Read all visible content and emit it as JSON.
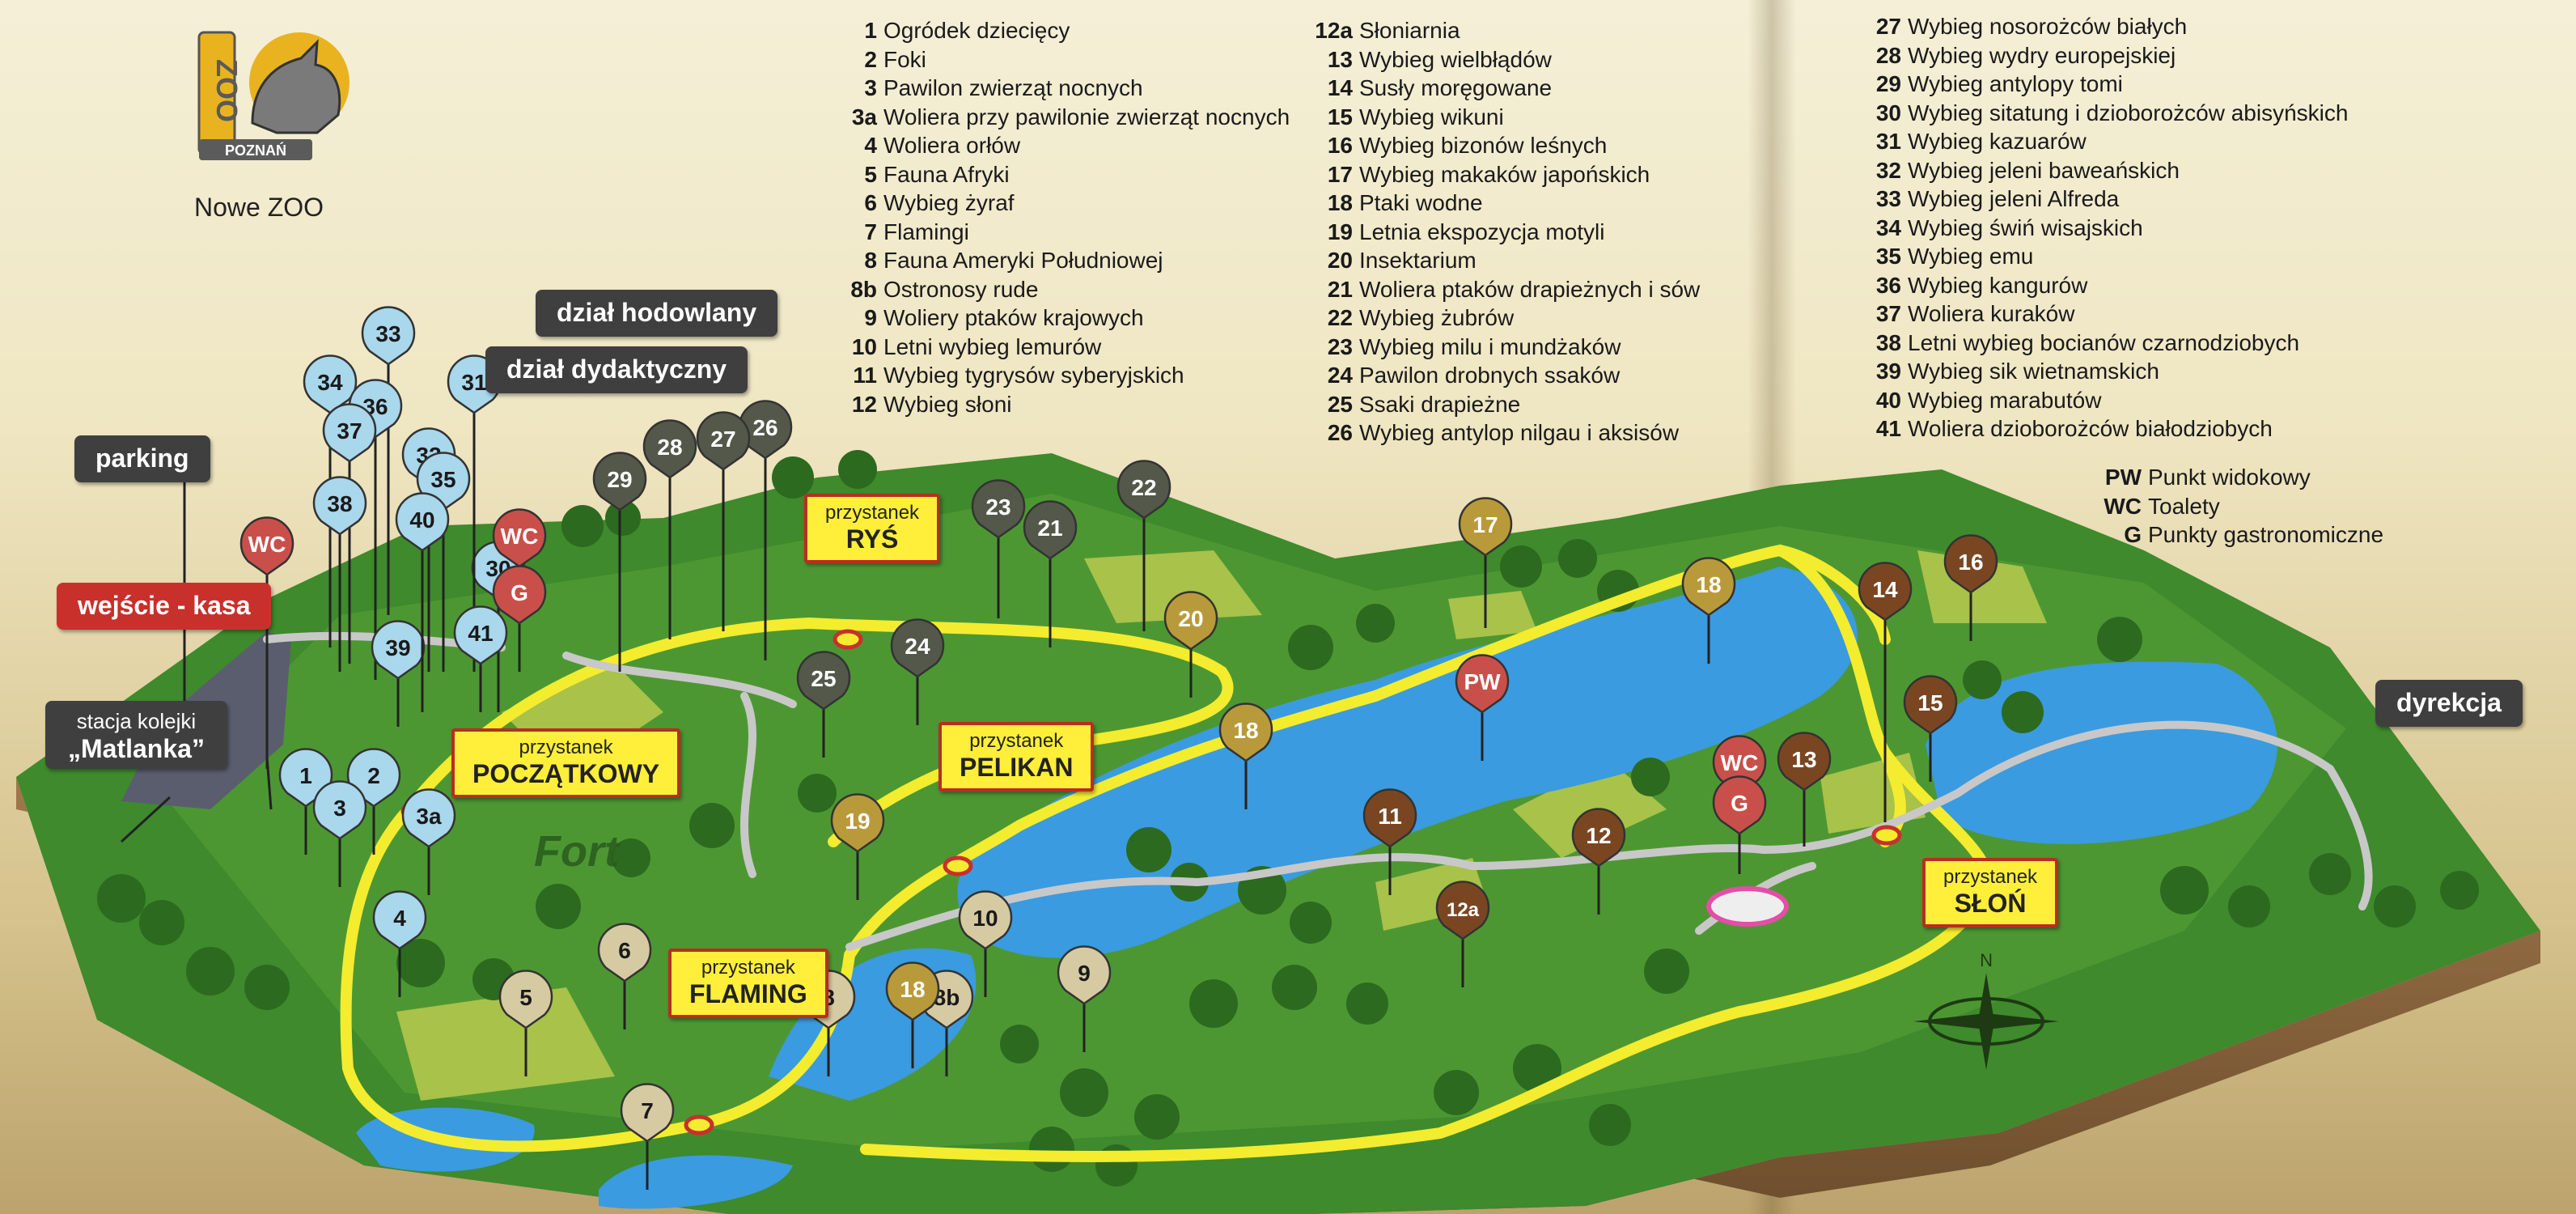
{
  "logo": {
    "word1": "ZOO",
    "word2": "POZNAŃ",
    "subtitle": "Nowe ZOO"
  },
  "legend_col1": [
    {
      "num": "1",
      "label": "Ogródek dziecięcy"
    },
    {
      "num": "2",
      "label": "Foki"
    },
    {
      "num": "3",
      "label": "Pawilon zwierząt nocnych"
    },
    {
      "num": "3a",
      "label": "Woliera przy pawilonie zwierząt nocnych"
    },
    {
      "num": "4",
      "label": "Woliera orłów"
    },
    {
      "num": "5",
      "label": "Fauna Afryki"
    },
    {
      "num": "6",
      "label": "Wybieg żyraf"
    },
    {
      "num": "7",
      "label": "Flamingi"
    },
    {
      "num": "8",
      "label": "Fauna Ameryki Południowej"
    },
    {
      "num": "8b",
      "label": "Ostronosy rude"
    },
    {
      "num": "9",
      "label": "Woliery ptaków krajowych"
    },
    {
      "num": "10",
      "label": "Letni wybieg lemurów"
    },
    {
      "num": "11",
      "label": "Wybieg tygrysów syberyjskich"
    },
    {
      "num": "12",
      "label": "Wybieg słoni"
    }
  ],
  "legend_col2": [
    {
      "num": "12a",
      "label": "Słoniarnia"
    },
    {
      "num": "13",
      "label": "Wybieg wielbłądów"
    },
    {
      "num": "14",
      "label": "Susły moręgowane"
    },
    {
      "num": "15",
      "label": "Wybieg wikuni"
    },
    {
      "num": "16",
      "label": "Wybieg bizonów leśnych"
    },
    {
      "num": "17",
      "label": "Wybieg makaków japońskich"
    },
    {
      "num": "18",
      "label": "Ptaki wodne"
    },
    {
      "num": "19",
      "label": "Letnia ekspozycja motyli"
    },
    {
      "num": "20",
      "label": "Insektarium"
    },
    {
      "num": "21",
      "label": "Woliera ptaków drapieżnych i sów"
    },
    {
      "num": "22",
      "label": "Wybieg żubrów"
    },
    {
      "num": "23",
      "label": "Wybieg milu i mundżaków"
    },
    {
      "num": "24",
      "label": "Pawilon drobnych ssaków"
    },
    {
      "num": "25",
      "label": "Ssaki drapieżne"
    },
    {
      "num": "26",
      "label": "Wybieg antylop nilgau i aksisów"
    }
  ],
  "legend_col3": [
    {
      "num": "27",
      "label": "Wybieg nosorożców białych"
    },
    {
      "num": "28",
      "label": "Wybieg wydry europejskiej"
    },
    {
      "num": "29",
      "label": "Wybieg antylopy tomi"
    },
    {
      "num": "30",
      "label": "Wybieg sitatung i dzioborożców abisyńskich"
    },
    {
      "num": "31",
      "label": "Wybieg kazuarów"
    },
    {
      "num": "32",
      "label": "Wybieg jeleni baweańskich"
    },
    {
      "num": "33",
      "label": "Wybieg jeleni Alfreda"
    },
    {
      "num": "34",
      "label": "Wybieg świń wisajskich"
    },
    {
      "num": "35",
      "label": "Wybieg emu"
    },
    {
      "num": "36",
      "label": "Wybieg kangurów"
    },
    {
      "num": "37",
      "label": "Woliera kuraków"
    },
    {
      "num": "38",
      "label": "Letni wybieg bocianów czarnodziobych"
    },
    {
      "num": "39",
      "label": "Wybieg sik wietnamskich"
    },
    {
      "num": "40",
      "label": "Wybieg marabutów"
    },
    {
      "num": "41",
      "label": "Woliera dzioborożców białodziobych"
    }
  ],
  "legend_col4": [
    {
      "num": "PW",
      "label": "Punkt widokowy"
    },
    {
      "num": "WC",
      "label": "Toalety"
    },
    {
      "num": "G",
      "label": "Punkty gastronomiczne"
    }
  ],
  "tags": {
    "parking": "parking",
    "entrance": "wejście - kasa",
    "station_small": "stacja kolejki",
    "station_big": "„Matlanka”",
    "breeding": "dział hodowlany",
    "didactic": "dział dydaktyczny",
    "management": "dyrekcja",
    "fort": "Fort"
  },
  "stops": [
    {
      "label_small": "przystanek",
      "label_big": "POCZĄTKOWY"
    },
    {
      "label_small": "przystanek",
      "label_big": "RYŚ"
    },
    {
      "label_small": "przystanek",
      "label_big": "PELIKAN"
    },
    {
      "label_small": "przystanek",
      "label_big": "FLAMING"
    },
    {
      "label_small": "przystanek",
      "label_big": "SŁOŃ"
    }
  ],
  "compass": {
    "north": "N"
  },
  "pin_colors": {
    "blue": "#a9d7ec",
    "olive": "#5e6a4a",
    "dark": "#54584a",
    "gold": "#b99a3a",
    "tan": "#d6caa2",
    "brown": "#7a4622",
    "red": "#c9504a"
  },
  "pins": [
    {
      "label": "1",
      "color": "blue"
    },
    {
      "label": "2",
      "color": "blue"
    },
    {
      "label": "3",
      "color": "blue"
    },
    {
      "label": "3a",
      "color": "blue"
    },
    {
      "label": "4",
      "color": "blue"
    },
    {
      "label": "5",
      "color": "tan"
    },
    {
      "label": "6",
      "color": "tan"
    },
    {
      "label": "7",
      "color": "tan"
    },
    {
      "label": "8",
      "color": "tan"
    },
    {
      "label": "8b",
      "color": "tan"
    },
    {
      "label": "9",
      "color": "tan"
    },
    {
      "label": "10",
      "color": "tan"
    },
    {
      "label": "11",
      "color": "brown"
    },
    {
      "label": "12",
      "color": "brown"
    },
    {
      "label": "12a",
      "color": "brown"
    },
    {
      "label": "13",
      "color": "brown"
    },
    {
      "label": "14",
      "color": "brown"
    },
    {
      "label": "15",
      "color": "brown"
    },
    {
      "label": "16",
      "color": "brown"
    },
    {
      "label": "17",
      "color": "gold"
    },
    {
      "label": "18",
      "color": "gold"
    },
    {
      "label": "18",
      "color": "gold"
    },
    {
      "label": "18",
      "color": "gold"
    },
    {
      "label": "19",
      "color": "gold"
    },
    {
      "label": "20",
      "color": "gold"
    },
    {
      "label": "21",
      "color": "dark"
    },
    {
      "label": "22",
      "color": "dark"
    },
    {
      "label": "23",
      "color": "dark"
    },
    {
      "label": "24",
      "color": "dark"
    },
    {
      "label": "25",
      "color": "dark"
    },
    {
      "label": "26",
      "color": "dark"
    },
    {
      "label": "27",
      "color": "dark"
    },
    {
      "label": "28",
      "color": "dark"
    },
    {
      "label": "29",
      "color": "dark"
    },
    {
      "label": "30",
      "color": "blue"
    },
    {
      "label": "31",
      "color": "blue"
    },
    {
      "label": "32",
      "color": "blue"
    },
    {
      "label": "33",
      "color": "blue"
    },
    {
      "label": "34",
      "color": "blue"
    },
    {
      "label": "35",
      "color": "blue"
    },
    {
      "label": "36",
      "color": "blue"
    },
    {
      "label": "37",
      "color": "blue"
    },
    {
      "label": "38",
      "color": "blue"
    },
    {
      "label": "39",
      "color": "blue"
    },
    {
      "label": "40",
      "color": "blue"
    },
    {
      "label": "41",
      "color": "blue"
    },
    {
      "label": "WC",
      "color": "red"
    },
    {
      "label": "WC",
      "color": "red"
    },
    {
      "label": "G",
      "color": "red"
    },
    {
      "label": "WC",
      "color": "red"
    },
    {
      "label": "G",
      "color": "red"
    },
    {
      "label": "PW",
      "color": "red"
    }
  ]
}
